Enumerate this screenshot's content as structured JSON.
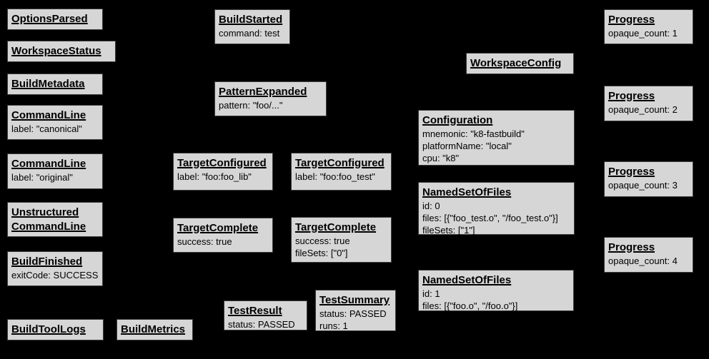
{
  "canvas": {
    "background_color": "#000000",
    "node_fill_color": "#d6d6d6",
    "node_border_color": "#3d3d3d",
    "text_color": "#000000"
  },
  "nodes": [
    {
      "title": "OptionsParsed",
      "details": []
    },
    {
      "title": "WorkspaceStatus",
      "details": []
    },
    {
      "title": "BuildMetadata",
      "details": []
    },
    {
      "title": "CommandLine",
      "details": [
        "label: \"canonical\""
      ]
    },
    {
      "title": "CommandLine",
      "details": [
        "label: \"original\""
      ]
    },
    {
      "title": "Unstructured CommandLine",
      "details": []
    },
    {
      "title": "BuildFinished",
      "details": [
        "exitCode: SUCCESS"
      ]
    },
    {
      "title": "BuildToolLogs",
      "details": []
    },
    {
      "title": "BuildMetrics",
      "details": []
    },
    {
      "title": "BuildStarted",
      "details": [
        "command: test"
      ]
    },
    {
      "title": "PatternExpanded",
      "details": [
        "pattern: \"foo/...\""
      ]
    },
    {
      "title": "TargetConfigured",
      "details": [
        "label: \"foo:foo_lib\""
      ]
    },
    {
      "title": "TargetConfigured",
      "details": [
        "label: \"foo:foo_test\""
      ]
    },
    {
      "title": "TargetComplete",
      "details": [
        "success: true"
      ]
    },
    {
      "title": "TargetComplete",
      "details": [
        "success: true",
        "fileSets: [\"0\"]"
      ]
    },
    {
      "title": "TestResult",
      "details": [
        "status: PASSED"
      ]
    },
    {
      "title": "TestSummary",
      "details": [
        "status: PASSED",
        "runs: 1"
      ]
    },
    {
      "title": "WorkspaceConfig",
      "details": []
    },
    {
      "title": "Configuration",
      "details": [
        "mnemonic: \"k8-fastbuild\"",
        "platformName: \"local\"",
        "cpu: \"k8\""
      ]
    },
    {
      "title": "NamedSetOfFiles",
      "details": [
        "id: 0",
        "files: [{\"foo_test.o\", \"/foo_test.o\"}]",
        "fileSets: [\"1\"]"
      ]
    },
    {
      "title": "NamedSetOfFiles",
      "details": [
        "id: 1",
        "files: [{\"foo.o\", \"/foo.o\"}]"
      ]
    },
    {
      "title": "Progress",
      "details": [
        "opaque_count: 1"
      ]
    },
    {
      "title": "Progress",
      "details": [
        "opaque_count: 2"
      ]
    },
    {
      "title": "Progress",
      "details": [
        "opaque_count: 3"
      ]
    },
    {
      "title": "Progress",
      "details": [
        "opaque_count: 4"
      ]
    }
  ]
}
